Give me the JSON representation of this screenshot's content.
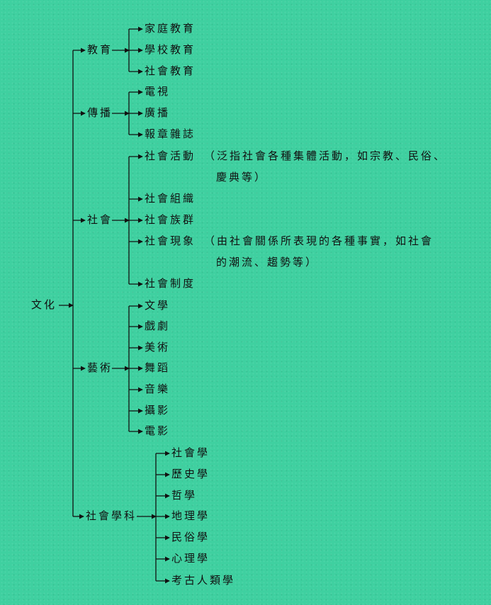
{
  "root": {
    "label": "文化"
  },
  "branches": [
    {
      "label": "教育",
      "children": [
        {
          "label": "家庭教育"
        },
        {
          "label": "學校教育"
        },
        {
          "label": "社會教育"
        }
      ]
    },
    {
      "label": "傳播",
      "children": [
        {
          "label": "電視"
        },
        {
          "label": "廣播"
        },
        {
          "label": "報章雜誌"
        }
      ]
    },
    {
      "label": "社會",
      "children": [
        {
          "label": "社會活動",
          "note": [
            "（泛指社會各種集體活動，如宗教、民俗、",
            "慶典等）"
          ]
        },
        {
          "label": "社會組織"
        },
        {
          "label": "社會族群"
        },
        {
          "label": "社會現象",
          "note": [
            "（由社會關係所表現的各種事實，如社會",
            "的潮流、趨勢等）"
          ]
        },
        {
          "label": "社會制度"
        }
      ]
    },
    {
      "label": "藝術",
      "children": [
        {
          "label": "文學"
        },
        {
          "label": "戲劇"
        },
        {
          "label": "美術"
        },
        {
          "label": "舞蹈"
        },
        {
          "label": "音樂"
        },
        {
          "label": "攝影"
        },
        {
          "label": "電影"
        }
      ]
    },
    {
      "label": "社會學科",
      "children": [
        {
          "label": "社會學"
        },
        {
          "label": "歷史學"
        },
        {
          "label": "哲學"
        },
        {
          "label": "地理學"
        },
        {
          "label": "民俗學"
        },
        {
          "label": "心理學"
        },
        {
          "label": "考古人類學"
        }
      ]
    }
  ]
}
